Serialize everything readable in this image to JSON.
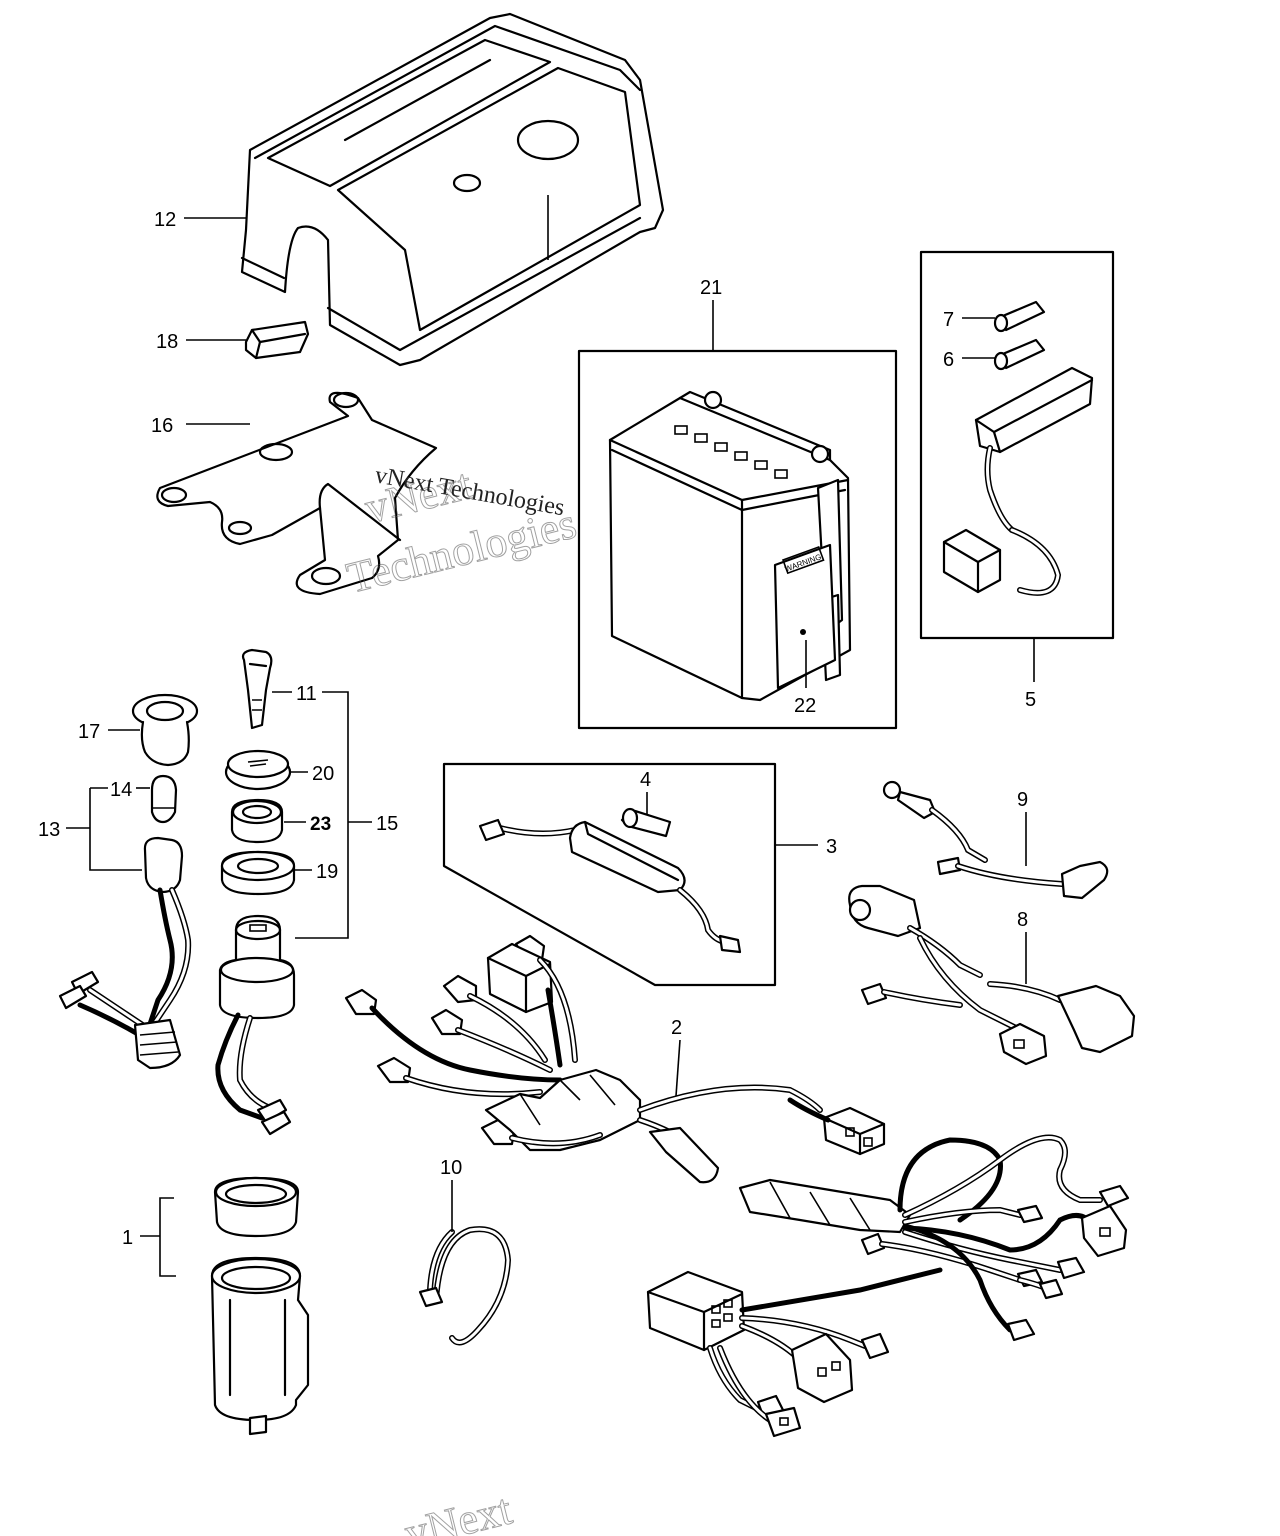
{
  "callouts": {
    "c1": "1",
    "c2": "2",
    "c3": "3",
    "c4": "4",
    "c5": "5",
    "c6": "6",
    "c7": "7",
    "c8": "8",
    "c9": "9",
    "c10": "10",
    "c11": "11",
    "c12": "12",
    "c13": "13",
    "c14": "14",
    "c15": "15",
    "c16": "16",
    "c17": "17",
    "c18": "18",
    "c19": "19",
    "c20": "20",
    "c21": "21",
    "c22": "22",
    "c23": "23"
  },
  "watermark": {
    "line1": "vNext",
    "line2": "Technologies",
    "inline": "vNext Technologies",
    "bottom": "vNext"
  },
  "battery_label": "WARNING"
}
